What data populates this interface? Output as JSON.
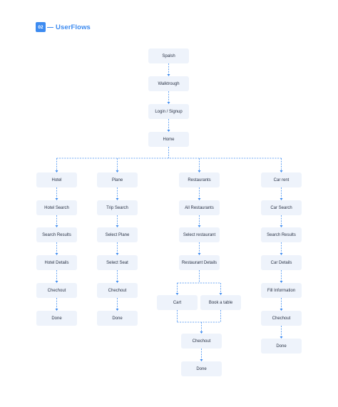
{
  "header": {
    "badge": "02",
    "title": "UserFlows"
  },
  "colors": {
    "accent": "#3d8bf0",
    "node_fill": "#eef3fb",
    "node_text": "#2a3346"
  },
  "nodes": {
    "splash": "Spalsh",
    "walkthrough": "Walktrough",
    "login": "Login / Signup",
    "home": "Home",
    "hotel": "Hotel",
    "hotel_search": "Hotel Search",
    "hotel_search_results": "Search Results",
    "hotel_details": "Hotel Details",
    "hotel_checkout": "Chechout",
    "hotel_done": "Done",
    "plane": "Plane",
    "trip_search": "Trip Search",
    "select_plane": "Select Plane",
    "select_seat": "Select Seat",
    "plane_checkout": "Chechout",
    "plane_done": "Done",
    "restaurants": "Restaurants",
    "all_restaurants": "All Restaurants",
    "select_restaurant": "Select restaurant",
    "restaurant_details": "Restaurant Details",
    "cart": "Cart",
    "book_table": "Book a table",
    "restaurant_checkout": "Chechout",
    "restaurant_done": "Done",
    "car_rent": "Car rent",
    "car_search": "Car Search",
    "car_search_results": "Search Results",
    "car_details": "Car Details",
    "fill_information": "Fill Information",
    "car_checkout": "Chechout",
    "car_done": "Done"
  }
}
